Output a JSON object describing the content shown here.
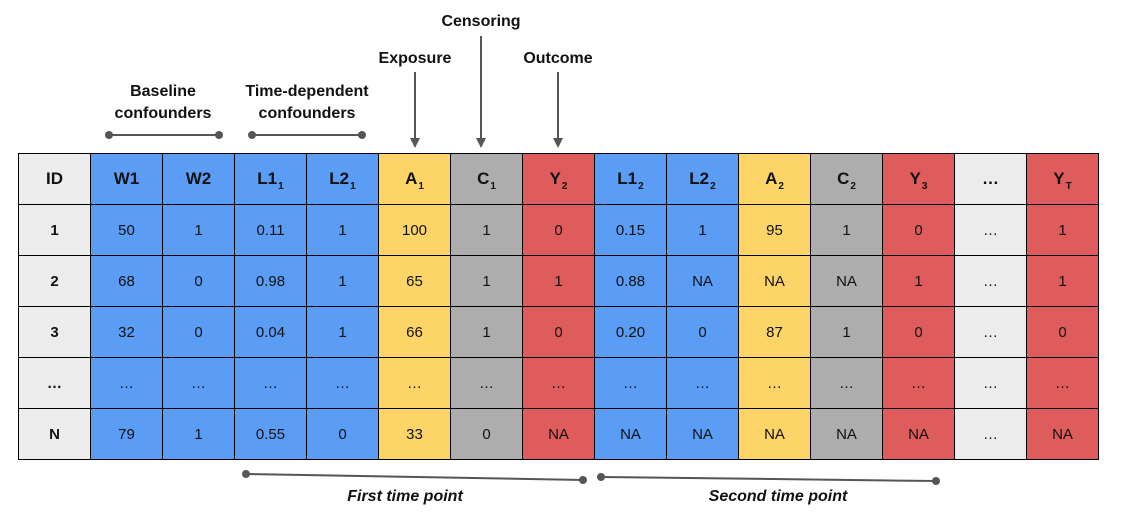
{
  "labels": {
    "baseline_line1": "Baseline",
    "baseline_line2": "confounders",
    "timedep_line1": "Time-dependent",
    "timedep_line2": "confounders",
    "exposure": "Exposure",
    "censoring": "Censoring",
    "outcome": "Outcome",
    "first_time_point": "First time point",
    "second_time_point": "Second time point"
  },
  "colors": {
    "blue": "#5b9cf5",
    "yellow": "#fcd467",
    "gray": "#adadad",
    "light_gray": "#ececec",
    "red": "#df5c5c",
    "line": "#555555"
  },
  "table": {
    "headers": [
      {
        "base": "ID",
        "sub": ""
      },
      {
        "base": "W1",
        "sub": ""
      },
      {
        "base": "W2",
        "sub": ""
      },
      {
        "base": "L1",
        "sub": "1"
      },
      {
        "base": "L2",
        "sub": "1"
      },
      {
        "base": "A",
        "sub": "1"
      },
      {
        "base": "C",
        "sub": "1"
      },
      {
        "base": "Y",
        "sub": "2"
      },
      {
        "base": "L1",
        "sub": "2"
      },
      {
        "base": "L2",
        "sub": "2"
      },
      {
        "base": "A",
        "sub": "2"
      },
      {
        "base": "C",
        "sub": "2"
      },
      {
        "base": "Y",
        "sub": "3"
      },
      {
        "base": "…",
        "sub": ""
      },
      {
        "base": "Y",
        "sub": "T"
      }
    ],
    "rows": [
      [
        "1",
        "50",
        "1",
        "0.11",
        "1",
        "100",
        "1",
        "0",
        "0.15",
        "1",
        "95",
        "1",
        "0",
        "…",
        "1"
      ],
      [
        "2",
        "68",
        "0",
        "0.98",
        "1",
        "65",
        "1",
        "1",
        "0.88",
        "NA",
        "NA",
        "NA",
        "1",
        "…",
        "1"
      ],
      [
        "3",
        "32",
        "0",
        "0.04",
        "1",
        "66",
        "1",
        "0",
        "0.20",
        "0",
        "87",
        "1",
        "0",
        "…",
        "0"
      ],
      [
        "…",
        "…",
        "…",
        "…",
        "…",
        "…",
        "…",
        "…",
        "…",
        "…",
        "…",
        "…",
        "…",
        "…",
        "…"
      ],
      [
        "N",
        "79",
        "1",
        "0.55",
        "0",
        "33",
        "0",
        "NA",
        "NA",
        "NA",
        "NA",
        "NA",
        "NA",
        "…",
        "NA"
      ]
    ]
  }
}
